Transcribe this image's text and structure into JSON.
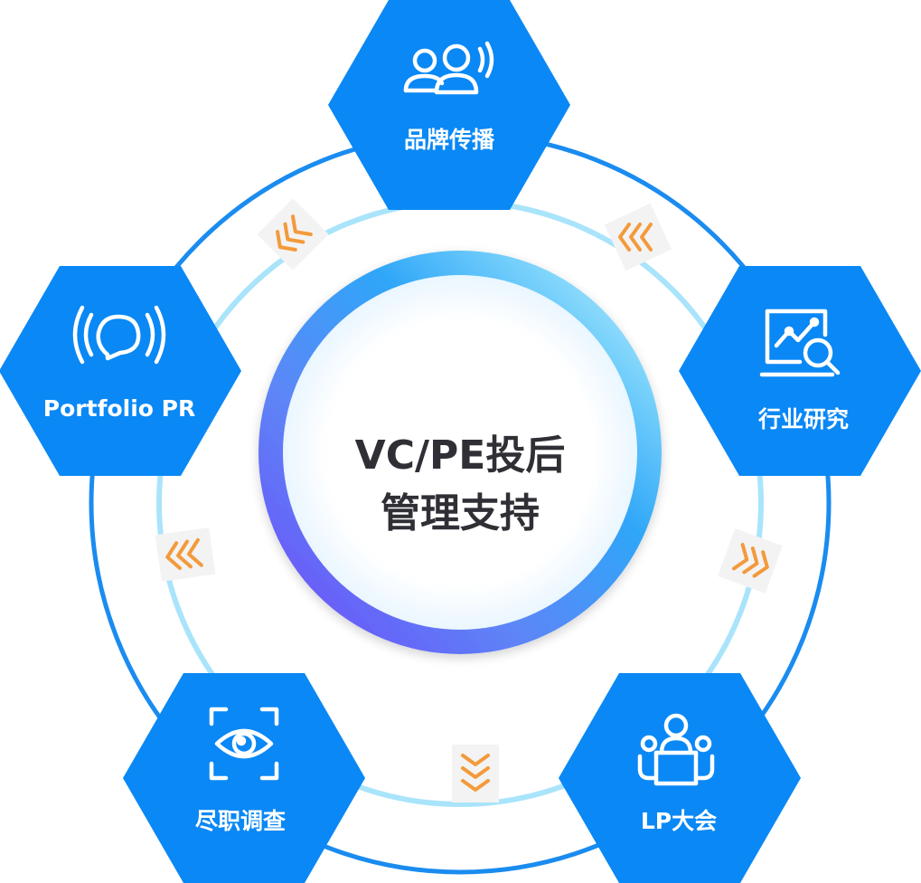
{
  "center": {
    "line1": "VC/PE投后",
    "line2": "管理支持"
  },
  "nodes": [
    {
      "label": "品牌传播",
      "icon": "audience-broadcast-icon"
    },
    {
      "label": "行业研究",
      "icon": "chart-magnifier-icon"
    },
    {
      "label": "LP大会",
      "icon": "meeting-table-icon"
    },
    {
      "label": "尽职调查",
      "icon": "eye-scan-icon"
    },
    {
      "label": "Portfolio PR",
      "icon": "chat-broadcast-icon"
    }
  ],
  "colors": {
    "hexagon": "#0a88f5",
    "outer_ring": "#1a8cf0",
    "inner_ring": "#a9e4fb",
    "arrow": "#f39a3b",
    "arrow_tile": "#f3f3f3",
    "ring_gradient_start": "#7c4dfb",
    "ring_gradient_mid": "#35a9f8",
    "ring_gradient_end": "#c6efff",
    "center_text": "#2f2f35"
  }
}
